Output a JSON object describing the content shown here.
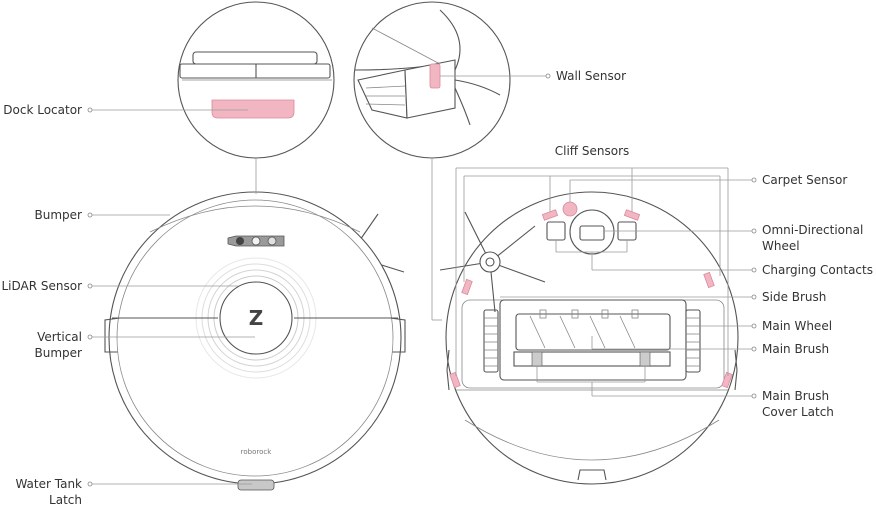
{
  "diagram": {
    "accent_color": "#f2b6c2",
    "line_color": "#9a9a9a",
    "brand_logo_text": "roborock",
    "labels": {
      "dock_locator": "Dock Locator",
      "bumper": "Bumper",
      "lidar_sensor": "LiDAR Sensor",
      "vertical_bumper_1": "Vertical",
      "vertical_bumper_2": "Bumper",
      "water_tank_latch_1": "Water Tank",
      "water_tank_latch_2": "Latch",
      "wall_sensor": "Wall Sensor",
      "cliff_sensors": "Cliff Sensors",
      "carpet_sensor": "Carpet Sensor",
      "omni_wheel_1": "Omni-Directional",
      "omni_wheel_2": "Wheel",
      "charging_contacts": "Charging Contacts",
      "side_brush": "Side Brush",
      "main_wheel": "Main Wheel",
      "main_brush": "Main Brush",
      "main_brush_cover_latch_1": "Main Brush",
      "main_brush_cover_latch_2": "Cover Latch"
    }
  }
}
